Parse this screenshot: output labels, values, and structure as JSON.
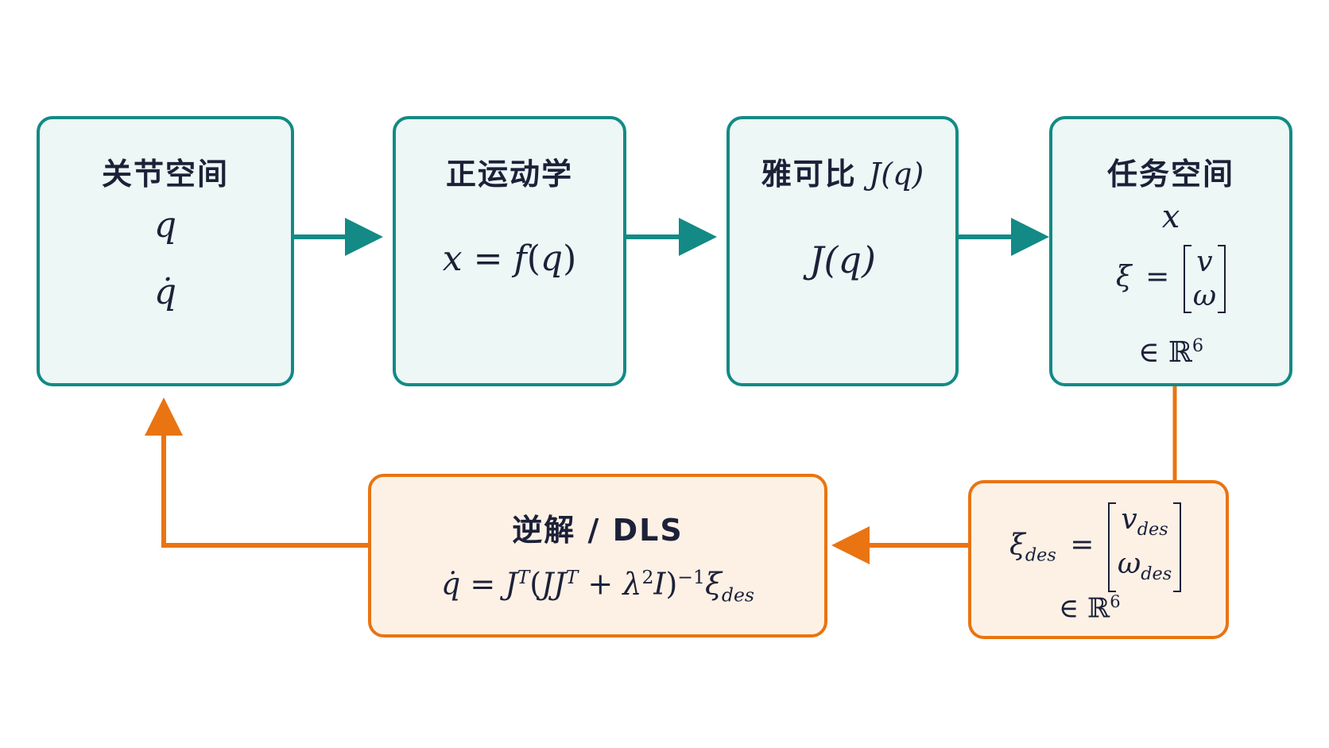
{
  "boxes": {
    "joint_space": {
      "title": "关节空间",
      "q": "q",
      "qdot": "q̇"
    },
    "forward_kinematics": {
      "title": "正运动学",
      "lhs": "x",
      "eq": "=",
      "f": "f",
      "q": "q"
    },
    "jacobian": {
      "title": "雅可比",
      "title_math": "J(q)",
      "body": "J(q)"
    },
    "task_space": {
      "title": "任务空间",
      "x": "x",
      "xi": "ξ",
      "eq": "=",
      "v": "v",
      "w": "ω",
      "in": "∈",
      "R": "ℝ",
      "dim": "6"
    },
    "desired_twist": {
      "xi": "ξ",
      "des": "des",
      "eq": "=",
      "v": "v",
      "w": "ω",
      "in": "∈",
      "R": "ℝ",
      "dim": "6"
    },
    "inverse_dls": {
      "title": "逆解 / DLS",
      "qdot": "q̇",
      "eq": "=",
      "J": "J",
      "T": "T",
      "lp": "(",
      "JJ": "JJ",
      "plus": "+",
      "lambda": "λ",
      "two": "2",
      "I": "I",
      "rp": ")",
      "neg1": "−1",
      "xi": "ξ",
      "des": "des"
    }
  },
  "colors": {
    "teal": "#138a85",
    "orange": "#e97411",
    "teal_fill": "#ecf7f6",
    "orange_fill": "#fdf1e6",
    "text": "#1c2138"
  }
}
